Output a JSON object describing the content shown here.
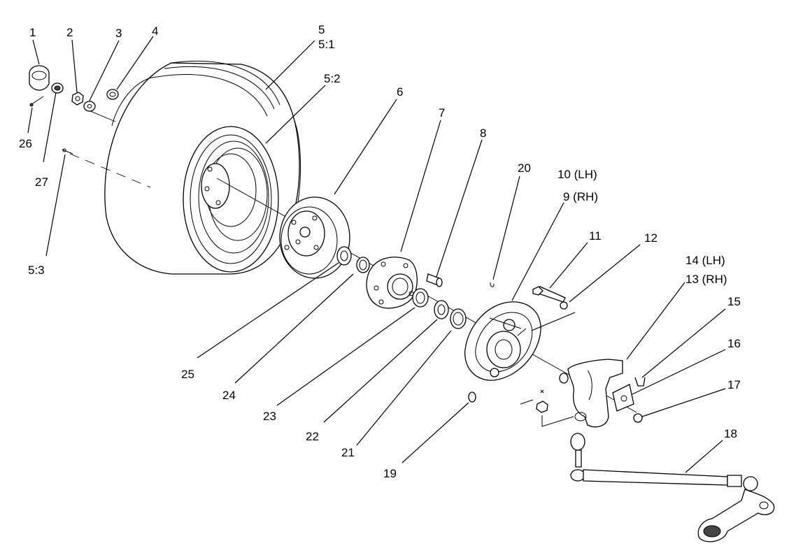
{
  "callouts": {
    "c1": "1",
    "c2": "2",
    "c3": "3",
    "c4": "4",
    "c5": "5",
    "c5_1": "5:1",
    "c5_2": "5:2",
    "c5_3": "5:3",
    "c6": "6",
    "c7": "7",
    "c8": "8",
    "c9": "9  (RH)",
    "c10": "10 (LH)",
    "c11": "11",
    "c12": "12",
    "c13": "13  (RH)",
    "c14": "14 (LH)",
    "c15": "15",
    "c16": "16",
    "c17": "17",
    "c18": "18",
    "c19": "19",
    "c20": "20",
    "c21": "21",
    "c22": "22",
    "c23": "23",
    "c24": "24",
    "c25": "25",
    "c26": "26",
    "c27": "27"
  }
}
